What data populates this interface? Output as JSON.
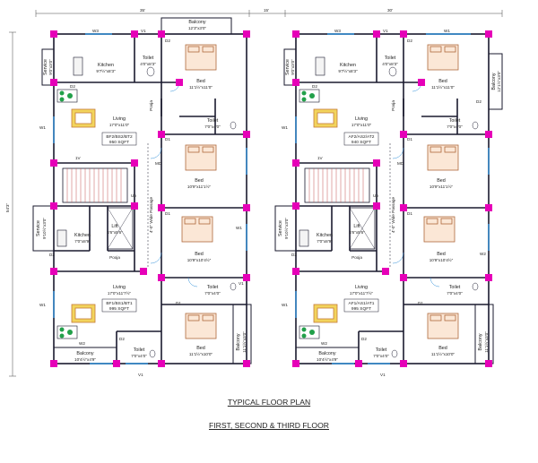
{
  "top_dims": {
    "left": "35'",
    "gap": "15'",
    "right": "30'"
  },
  "side_dim": "54'3\"",
  "legend": {
    "title_1": "TYPICAL FLOOR PLAN",
    "title_2": "FIRST, SECOND & THIRD FLOOR"
  },
  "left_block": {
    "balcony_top": {
      "name": "Balcony",
      "dim": "12'3\"x3'0\""
    },
    "service_top": {
      "name": "Service",
      "dim": "9'0\"x3'0\""
    },
    "kitchen_top": {
      "name": "Kitchen",
      "dim": "9'7½\"x8'3\""
    },
    "toilet_top": {
      "name": "Toilet",
      "dim": "4'0\"x8'3\""
    },
    "bed_1": {
      "name": "Bed",
      "dim": "11'1½\"x11'0\""
    },
    "living_top": {
      "name": "Living",
      "dim": "17'0\"x11'0\""
    },
    "flat_top_id": "BF2/BS2/BT2",
    "flat_top_area": "950 SQFT",
    "pooja_top": "Pooja",
    "toilet_2": {
      "name": "Toilet",
      "dim": "7'0\"x4'0\""
    },
    "bed_2": {
      "name": "Bed",
      "dim": "10'9\"x11'1½\""
    },
    "passage": "4'-0\" Wide Passage",
    "up": "Up",
    "service_mid": {
      "name": "Service",
      "dim": "9'10½\"x3'0\""
    },
    "kitchen_mid": {
      "name": "Kitchen",
      "dim": "7'0\"x8'9\""
    },
    "lift": {
      "name": "Lift",
      "dim": "4'6\"x5'6\""
    },
    "pooja_mid": "Pooja",
    "bed_3": {
      "name": "Bed",
      "dim": "10'9\"x10'4½\""
    },
    "living_bot": {
      "name": "Living",
      "dim": "17'0\"x11'7½\""
    },
    "flat_bot_id": "BF1/BS1/BT1",
    "flat_bot_area": "995 SQFT",
    "toilet_3": {
      "name": "Toilet",
      "dim": "7'0\"x4'0\""
    },
    "toilet_4": {
      "name": "Toilet",
      "dim": "7'0\"x4'0\""
    },
    "bed_4": {
      "name": "Bed",
      "dim": "11'1½\"x10'0\""
    },
    "balcony_bot": {
      "name": "Balcony",
      "dim": "10'4½\"x4'9\""
    },
    "balcony_side": {
      "name": "Balcony",
      "dim": "11'1½\"x3'0\""
    }
  },
  "right_block": {
    "service_top": {
      "name": "Service",
      "dim": "9'0\"x3'0\""
    },
    "kitchen_top": {
      "name": "Kitchen",
      "dim": "9'7½\"x8'3\""
    },
    "toilet_top": {
      "name": "Toilet",
      "dim": "4'0\"x8'3\""
    },
    "bed_1": {
      "name": "Bed",
      "dim": "11'1½\"x11'0\""
    },
    "balcony_side_top": {
      "name": "Balcony",
      "dim": "12'1½\"x3'0\""
    },
    "living_top": {
      "name": "Living",
      "dim": "17'0\"x11'0\""
    },
    "flat_top_id": "AF2/AS2/AT2",
    "flat_top_area": "940 SQFT",
    "pooja_top": "Pooja",
    "toilet_2": {
      "name": "Toilet",
      "dim": "7'0\"x4'0\""
    },
    "bed_2": {
      "name": "Bed",
      "dim": "10'9\"x11'1½\""
    },
    "passage": "4'-0\" Wide Passage",
    "up": "Up",
    "service_mid": {
      "name": "Service",
      "dim": "9'10½\"x3'0\""
    },
    "kitchen_mid": {
      "name": "Kitchen",
      "dim": "7'0\"x8'9\""
    },
    "lift": {
      "name": "Lift",
      "dim": "4'6\"x5'6\""
    },
    "pooja_mid": "Pooja",
    "bed_3": {
      "name": "Bed",
      "dim": "10'9\"x10'4½\""
    },
    "living_bot": {
      "name": "Living",
      "dim": "17'0\"x11'7½\""
    },
    "flat_bot_id": "AF1/AS1/AT1",
    "flat_bot_area": "995 SQFT",
    "toilet_3": {
      "name": "Toilet",
      "dim": "7'0\"x4'0\""
    },
    "toilet_4": {
      "name": "Toilet",
      "dim": "7'0\"x4'0\""
    },
    "bed_4": {
      "name": "Bed",
      "dim": "11'1½\"x10'0\""
    },
    "balcony_bot": {
      "name": "Balcony",
      "dim": "10'4½\"x4'9\""
    },
    "balcony_side": {
      "name": "Balcony",
      "dim": "11'1½\"x3'0\""
    }
  },
  "tags": {
    "w1": "W1",
    "w2": "W2",
    "w3": "W3",
    "v1": "V1",
    "d1": "D1",
    "d2": "D2",
    "md": "MD",
    "o": "O",
    "lv": "1V"
  },
  "colors": {
    "wall": "#1a1a2e",
    "column": "#e600b8",
    "window": "#2f8fd8",
    "furniture": "#c47a3a",
    "plant": "#22a04a",
    "bed": "#b06a3c",
    "sofa_fill": "#f2d45c"
  }
}
